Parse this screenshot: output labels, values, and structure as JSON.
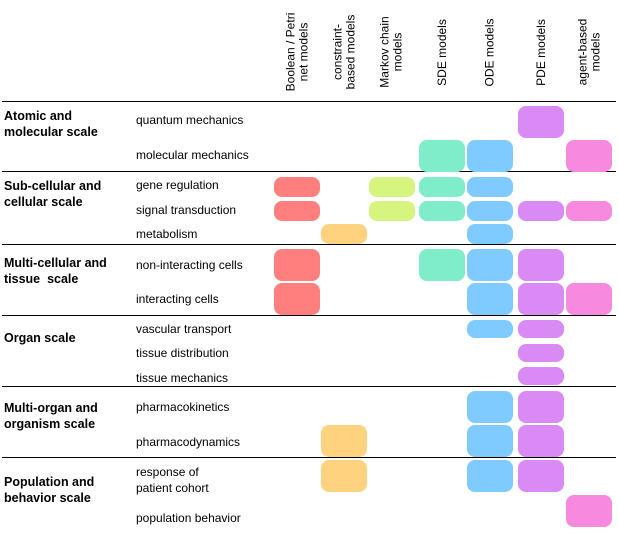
{
  "columns": [
    {
      "key": "boolean",
      "label": "Boolean / Petri\nnet models",
      "color": "#ff7f7f"
    },
    {
      "key": "constraint",
      "label": "constraint-\nbased models",
      "color": "#ffd27f"
    },
    {
      "key": "markov",
      "label": "Markov chain\nmodels",
      "color": "#d5f57f"
    },
    {
      "key": "sde",
      "label": "SDE models",
      "color": "#7fedc9"
    },
    {
      "key": "ode",
      "label": "ODE models",
      "color": "#7fcbff"
    },
    {
      "key": "pde",
      "label": "PDE models",
      "color": "#d98af5"
    },
    {
      "key": "agent",
      "label": "agent-based\nmodels",
      "color": "#f78ade"
    }
  ],
  "scales": [
    {
      "label": "Atomic and\nmolecular scale",
      "rows": [
        {
          "label": "quantum mechanics",
          "models": [
            "pde"
          ]
        },
        {
          "label": "molecular mechanics",
          "models": [
            "sde",
            "ode",
            "agent"
          ]
        }
      ]
    },
    {
      "label": "Sub-cellular and\ncellular scale",
      "rows": [
        {
          "label": "gene regulation",
          "models": [
            "boolean",
            "markov",
            "sde",
            "ode"
          ]
        },
        {
          "label": "signal transduction",
          "models": [
            "boolean",
            "markov",
            "sde",
            "ode",
            "pde",
            "agent"
          ]
        },
        {
          "label": "metabolism",
          "models": [
            "constraint",
            "ode"
          ]
        }
      ]
    },
    {
      "label": "Multi-cellular and\ntissue  scale",
      "rows": [
        {
          "label": "non-interacting cells",
          "models": [
            "boolean",
            "sde",
            "ode",
            "pde"
          ]
        },
        {
          "label": "interacting cells",
          "models": [
            "boolean",
            "ode",
            "pde",
            "agent"
          ]
        }
      ]
    },
    {
      "label": "Organ scale",
      "rows": [
        {
          "label": "vascular transport",
          "models": [
            "ode",
            "pde"
          ]
        },
        {
          "label": "tissue distribution",
          "models": [
            "pde"
          ]
        },
        {
          "label": "tissue mechanics",
          "models": [
            "pde"
          ]
        }
      ]
    },
    {
      "label": "Multi-organ and\norganism scale",
      "rows": [
        {
          "label": "pharmacokinetics",
          "models": [
            "ode",
            "pde"
          ]
        },
        {
          "label": "pharmacodynamics",
          "models": [
            "constraint",
            "ode",
            "pde"
          ]
        }
      ]
    },
    {
      "label": "Population and\nbehavior scale",
      "rows": [
        {
          "label": "response of\npatient cohort",
          "models": [
            "constraint",
            "ode",
            "pde"
          ]
        },
        {
          "label": "population behavior",
          "models": [
            "agent"
          ]
        }
      ]
    }
  ]
}
